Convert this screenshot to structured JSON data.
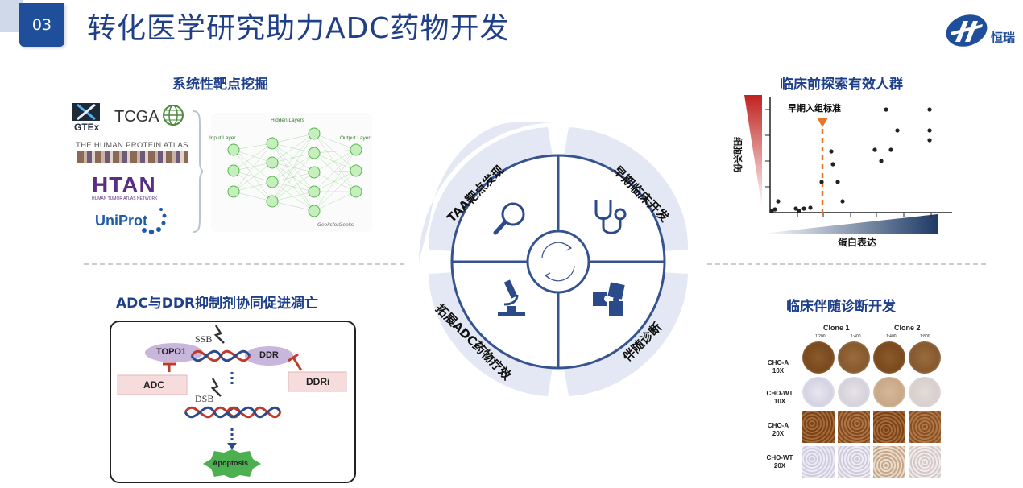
{
  "header": {
    "section_number": "03",
    "title": "转化医学研究助力ADC药物开发",
    "logo_text": "恒瑞"
  },
  "sections": {
    "target_mining": "系统性靶点挖掘",
    "preclinical": "临床前探索有效人群",
    "adc_ddr": "ADC与DDR抑制剂协同促进凋亡",
    "companion_dx": "临床伴随诊断开发"
  },
  "databases": {
    "gtex": "GTEx",
    "tcga": "TCGA",
    "hpa": "THE HUMAN PROTEIN ATLAS",
    "htan": "HTAN",
    "htan_sub": "HUMAN TUMOR ATLAS NETWORK",
    "uniprot": "UniProt"
  },
  "neural_net": {
    "input": "Input Layer",
    "hidden": "Hidden Layers",
    "output": "Output Layer",
    "credit": "GeeksforGeeks"
  },
  "wheel": {
    "q1": "TAA靶点发现",
    "q2": "早期临床开发",
    "q3": "拓展ADC药物疗效",
    "q4": "伴随诊断"
  },
  "scatter": {
    "ylabel": "细胞杀伤",
    "xlabel": "蛋白表达",
    "annotation": "早期入组标准"
  },
  "pathway": {
    "topo1": "TOPO1",
    "ssb": "SSB",
    "ddr": "DDR",
    "adc": "ADC",
    "ddri": "DDRi",
    "dsb": "DSB",
    "apoptosis": "Apoptosis"
  },
  "ihc": {
    "clone1": "Clone 1",
    "clone2": "Clone 2",
    "dilutions": [
      "1:200",
      "1:400",
      "1:400",
      "1:800"
    ],
    "rows": [
      {
        "name": "CHO-A",
        "mag": "10X"
      },
      {
        "name": "CHO-WT",
        "mag": "10X"
      },
      {
        "name": "CHO-A",
        "mag": "20X"
      },
      {
        "name": "CHO-WT",
        "mag": "20X"
      }
    ]
  },
  "colors": {
    "primary": "#1f4e9a",
    "wheel_ring": "#35548f",
    "wheel_bg": "#e3e8f4",
    "inhibit": "#c0392b",
    "threshold": "#e8742a",
    "apoptosis": "#4caf50"
  }
}
